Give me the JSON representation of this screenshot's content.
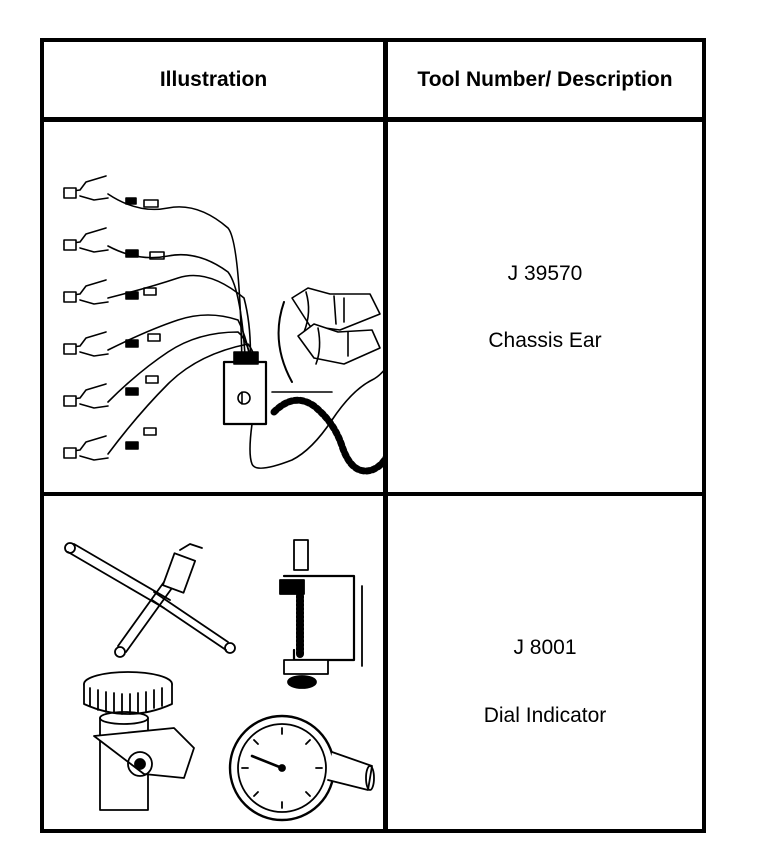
{
  "table": {
    "header": {
      "illustration": "Illustration",
      "description": "Tool Number/ Description"
    },
    "rows": [
      {
        "tool_number": "J 39570",
        "name": "Chassis Ear",
        "illustration_icon": "chassis-ear-tool-icon"
      },
      {
        "tool_number": "J 8001",
        "name": "Dial Indicator",
        "illustration_icon": "dial-indicator-set-icon"
      }
    ]
  }
}
